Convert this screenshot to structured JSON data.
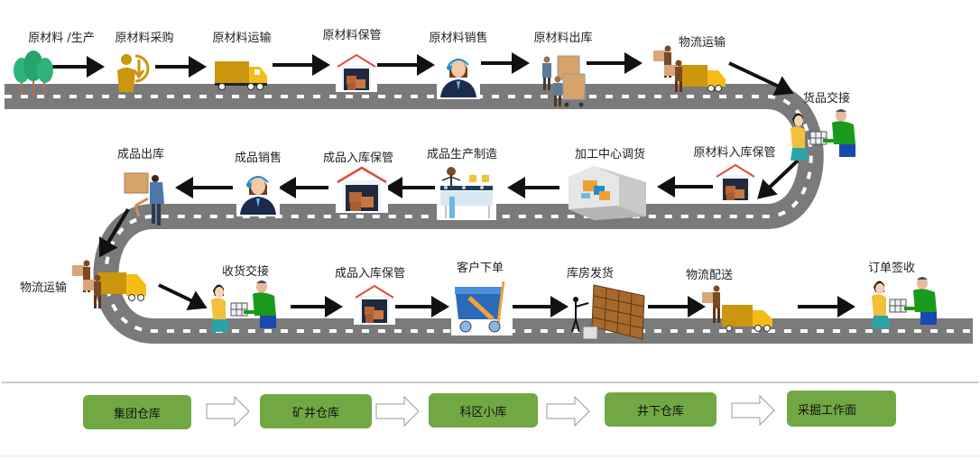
{
  "colors": {
    "road": "#6e6e6e",
    "road_dash": "#ffffff",
    "arrow": "#111111",
    "box_fill": "#72a843",
    "truck_body": "#c9960e",
    "truck_cab": "#f6bb16",
    "tree": "#2fb37a",
    "warehouse_roof": "#e04a3a",
    "shirt_green": "#1a9a1a"
  },
  "flow": {
    "row1": [
      {
        "id": "raw-production",
        "label": "原材料 /生产",
        "icon": "trees-icon"
      },
      {
        "id": "raw-purchase",
        "label": "原材料采购",
        "icon": "purchase-person-icon"
      },
      {
        "id": "raw-transport",
        "label": "原材料运输",
        "icon": "truck-icon"
      },
      {
        "id": "raw-storage",
        "label": "原材料保管",
        "icon": "warehouse-icon"
      },
      {
        "id": "raw-sales",
        "label": "原材料销售",
        "icon": "headset-agent-icon"
      },
      {
        "id": "raw-outbound",
        "label": "原材料出库",
        "icon": "workers-cart-icon"
      },
      {
        "id": "logistics-transport-1",
        "label": "物流运输",
        "icon": "delivery-truck-icon"
      }
    ],
    "curve_right": {
      "id": "goods-handover",
      "label": "货品交接",
      "icon": "handover-icon"
    },
    "row2": [
      {
        "id": "raw-inbound-storage",
        "label": "原材料入库保管",
        "icon": "warehouse-icon"
      },
      {
        "id": "processing-center-dispatch",
        "label": "加工中心调货",
        "icon": "processing-room-icon"
      },
      {
        "id": "product-manufacturing",
        "label": "成品生产制造",
        "icon": "conveyor-worker-icon"
      },
      {
        "id": "product-inbound-storage-1",
        "label": "成品入库保管",
        "icon": "warehouse-icon"
      },
      {
        "id": "product-sales",
        "label": "成品销售",
        "icon": "headset-agent-icon"
      },
      {
        "id": "product-outbound",
        "label": "成品出库",
        "icon": "worker-carry-box-icon"
      }
    ],
    "curve_left": {
      "id": "logistics-transport-2",
      "label": "物流运输",
      "icon": "delivery-truck-icon"
    },
    "row3": [
      {
        "id": "receipt-handover",
        "label": "收货交接",
        "icon": "handover-icon"
      },
      {
        "id": "product-inbound-storage-2",
        "label": "成品入库保管",
        "icon": "warehouse-icon"
      },
      {
        "id": "customer-order",
        "label": "客户下单",
        "icon": "shopping-cart-icon"
      },
      {
        "id": "warehouse-shipping",
        "label": "库房发货",
        "icon": "shelf-worker-icon"
      },
      {
        "id": "logistics-delivery",
        "label": "物流配送",
        "icon": "delivery-truck-icon"
      },
      {
        "id": "order-signed",
        "label": "订单签收",
        "icon": "handover-icon"
      }
    ]
  },
  "warehouse_chain": [
    {
      "id": "group-warehouse",
      "label": "集团仓库"
    },
    {
      "id": "mine-warehouse",
      "label": "矿井仓库"
    },
    {
      "id": "district-store",
      "label": "科区小库"
    },
    {
      "id": "underground-warehouse",
      "label": "井下仓库"
    },
    {
      "id": "mining-face",
      "label": "采掘工作面"
    }
  ]
}
